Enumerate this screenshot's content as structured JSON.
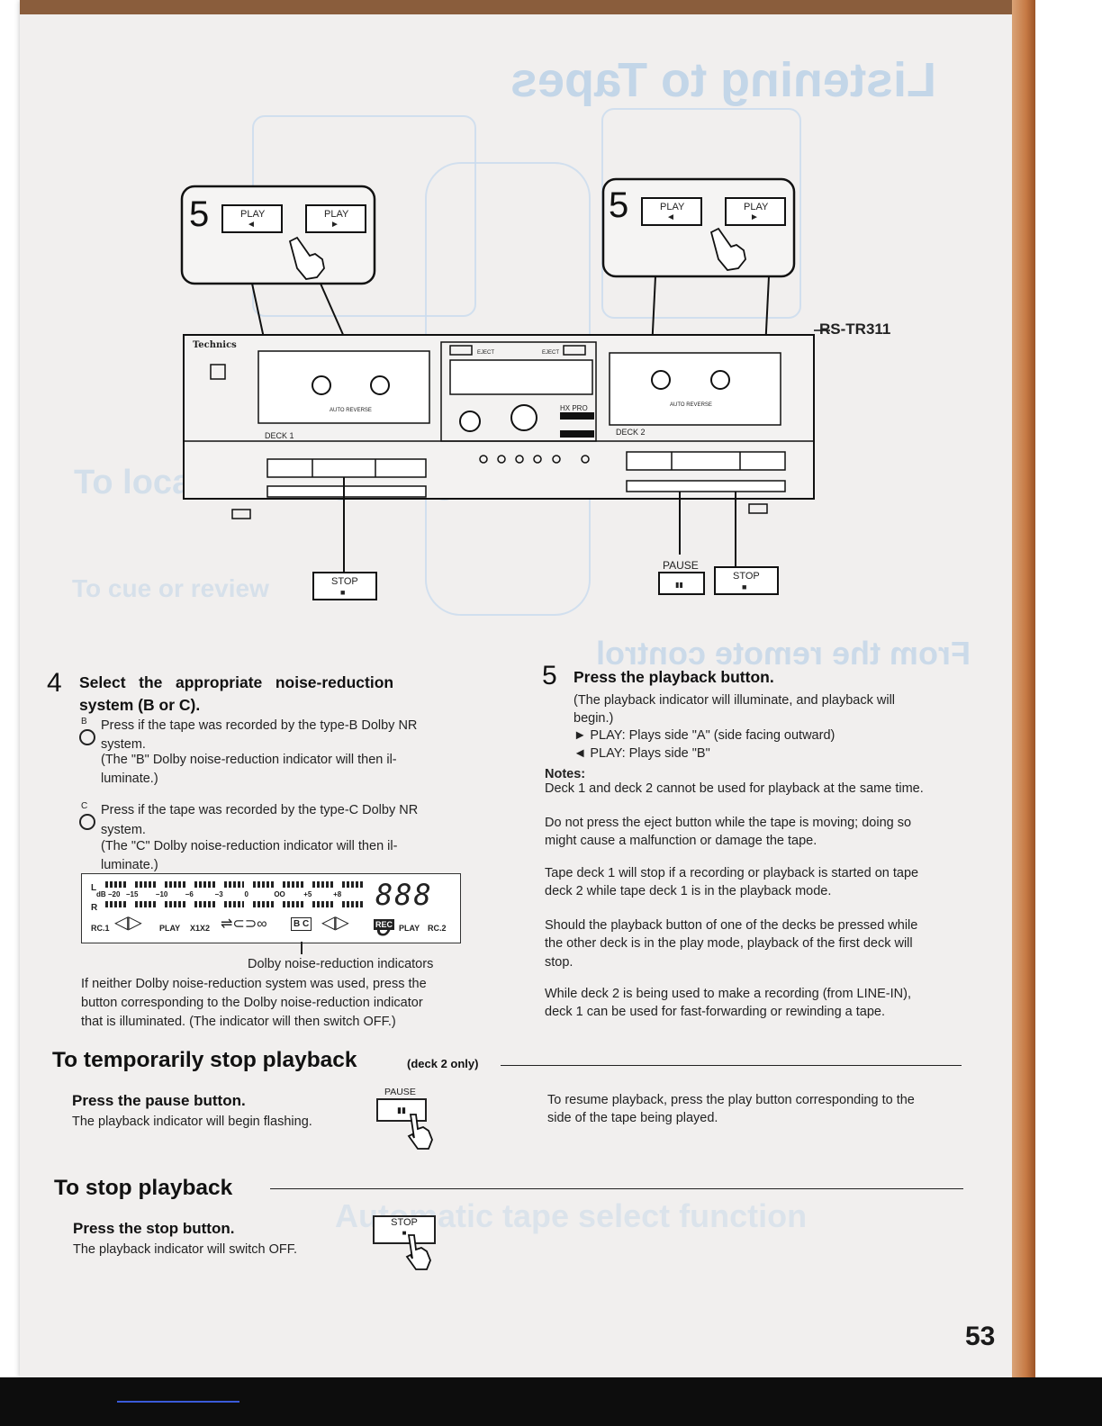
{
  "background": {
    "ghost_title": "Listening to Tapes",
    "ghost_sub": "To locate the beginning of tune",
    "ghost_sub2": "To cue or review",
    "ghost_sub3": "From the remote control",
    "ghost_sub4": "Automatic tape select function"
  },
  "diagram": {
    "step_left": "5",
    "step_right": "5",
    "play_left_label": "PLAY",
    "play_left_arrow": "◄",
    "play_right_label": "PLAY",
    "play_right_arrow": "►",
    "model": "RS-TR311",
    "brand": "Technics",
    "deck1": "DECK 1",
    "deck2": "DECK 2",
    "auto_reverse": "AUTO REVERSE",
    "eject": "EJECT",
    "hx_pro": "HX PRO",
    "stop_label": "STOP",
    "stop_symbol": "■",
    "pause_label": "PAUSE",
    "pause_symbol": "▮▮"
  },
  "step4": {
    "num": "4",
    "heading_line1": "Select   the   appropriate   noise-reduction",
    "heading_line2": "system (B or C).",
    "b_label": "B",
    "b_text1": "Press if the tape was recorded by the type-B Dolby NR",
    "b_text2": "system.",
    "b_text3": "(The \"B\" Dolby noise-reduction indicator will then il-",
    "b_text4": "luminate.)",
    "c_label": "C",
    "c_text1": "Press if the tape was recorded by the type-C Dolby NR",
    "c_text2": "system.",
    "c_text3": "(The \"C\" Dolby noise-reduction indicator will then il-",
    "c_text4": "luminate.)",
    "lcd_L": "L",
    "lcd_R": "R",
    "lcd_scale": [
      "dB −20",
      "−15",
      "−10",
      "−6",
      "−3",
      "0",
      "OO",
      "+5",
      "+8"
    ],
    "lcd_counter": "888 o",
    "lcd_rc1": "RC.1",
    "lcd_play": "PLAY",
    "lcd_x1x2": "X1X2",
    "lcd_bc": "B C",
    "lcd_rec": "REC",
    "lcd_play2": "PLAY",
    "lcd_rc2": "RC.2",
    "indicator_caption": "Dolby noise-reduction indicators",
    "note1": "If neither Dolby noise-reduction system was used, press the",
    "note2": "button corresponding to the Dolby noise-reduction indicator",
    "note3": "that is illuminated. (The indicator will then switch OFF.)"
  },
  "step5": {
    "num": "5",
    "heading": "Press the playback button.",
    "line1": "(The playback indicator will illuminate, and playback will",
    "line2": "begin.)",
    "line3": "► PLAY: Plays side \"A\" (side facing outward)",
    "line4": "◄ PLAY: Plays side \"B\"",
    "notes_heading": "Notes:",
    "n1": "Deck 1 and deck 2 cannot be used for playback at the same time.",
    "n2a": "Do not press the eject button while the tape is moving; doing so",
    "n2b": "might cause a malfunction or damage the tape.",
    "n3a": "Tape deck 1 will stop if a recording or playback is started on tape",
    "n3b": "deck 2 while tape deck 1 is in the playback mode.",
    "n4a": "Should the playback button of one of the decks be pressed while",
    "n4b": "the other deck is in the play mode, playback of the first deck will",
    "n4c": "stop.",
    "n5a": "While deck 2 is being used to make a recording (from LINE-IN),",
    "n5b": "deck 1 can be used for fast-forwarding or rewinding a tape."
  },
  "pause_section": {
    "title": "To temporarily stop playback",
    "title_small": "(deck 2 only)",
    "heading": "Press the pause button.",
    "text": "The playback indicator will begin flashing.",
    "key_label": "PAUSE",
    "key_symbol": "▮▮",
    "resume1": "To resume playback, press the play button corresponding to the",
    "resume2": "side of the tape being played."
  },
  "stop_section": {
    "title": "To stop playback",
    "heading": "Press the stop button.",
    "text": "The playback indicator will switch OFF.",
    "key_label": "STOP",
    "key_symbol": "■"
  },
  "page_number": "53"
}
